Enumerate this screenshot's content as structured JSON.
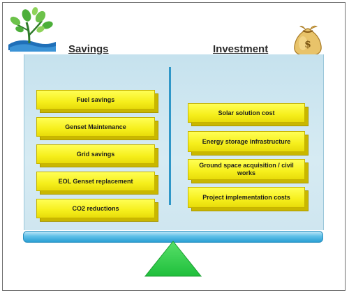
{
  "headings": {
    "savings": "Savings",
    "investment": "Investment"
  },
  "savings_items": [
    "Fuel savings",
    "Genset Maintenance",
    "Grid savings",
    "EOL Genset replacement",
    "CO2 reductions"
  ],
  "investment_items": [
    "Solar solution cost",
    "Energy storage infrastructure",
    "Ground space acquisition / civil works",
    "Project implementation costs"
  ],
  "colors": {
    "box_fill": "#f6ef1c",
    "panel": "#c6e2ee",
    "beam": "#2a9fd3",
    "fulcrum": "#2fd14a"
  },
  "icons": [
    "tree-logo-icon",
    "money-bag-icon"
  ]
}
